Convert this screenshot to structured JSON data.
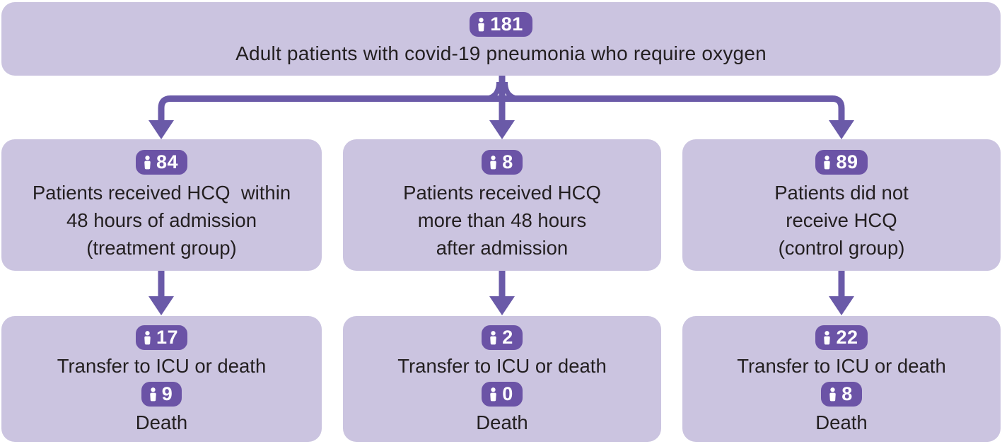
{
  "colors": {
    "page_bg": "#ffffff",
    "box_bg": "#cbc4e0",
    "badge_bg": "#6b53a6",
    "badge_text": "#ffffff",
    "arrow": "#6a5aa8",
    "text": "#231f20"
  },
  "icons": {
    "person_icon": "person-silhouette"
  },
  "root": {
    "count": "181",
    "label": "Adult patients with covid-19 pneumonia who require oxygen"
  },
  "branches": [
    {
      "count": "84",
      "lines": [
        "Patients received HCQ  within",
        "48 hours of admission",
        "(treatment group)"
      ],
      "outcome": {
        "icu_count": "17",
        "icu_label": "Transfer to ICU or death",
        "death_count": "9",
        "death_label": "Death"
      }
    },
    {
      "count": "8",
      "lines": [
        "Patients received HCQ",
        "more than 48 hours",
        "after admission"
      ],
      "outcome": {
        "icu_count": "2",
        "icu_label": "Transfer to ICU or death",
        "death_count": "0",
        "death_label": "Death"
      }
    },
    {
      "count": "89",
      "lines": [
        "Patients did not",
        "receive HCQ",
        "(control group)"
      ],
      "outcome": {
        "icu_count": "22",
        "icu_label": "Transfer to ICU or death",
        "death_count": "8",
        "death_label": "Death"
      }
    }
  ]
}
